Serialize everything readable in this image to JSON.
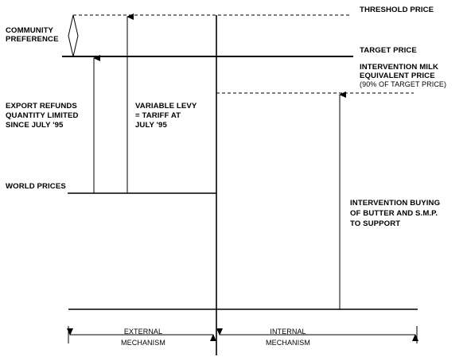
{
  "labels": {
    "threshold_price": "THRESHOLD  PRICE",
    "community_preference": [
      "COMMUNITY",
      "PREFERENCE"
    ],
    "target_price": "TARGET PRICE",
    "intervention_milk": [
      "INTERVENTION MILK",
      "EQUIVALENT PRICE",
      "(90% OF TARGET PRICE)"
    ],
    "export_refunds": [
      "EXPORT REFUNDS",
      "QUANTITY LIMITED",
      "SINCE JULY '95"
    ],
    "variable_levy": [
      "VARIABLE LEVY",
      "= TARIFF AT",
      "JULY '95"
    ],
    "world_prices": "WORLD  PRICES",
    "intervention_buying": [
      "INTERVENTION BUYING",
      "OF BUTTER AND S.M.P.",
      "TO SUPPORT"
    ],
    "external_mechanism": [
      "EXTERNAL",
      "MECHANISM"
    ],
    "internal_mechanism": [
      "INTERNAL",
      "MECHANISM"
    ]
  }
}
